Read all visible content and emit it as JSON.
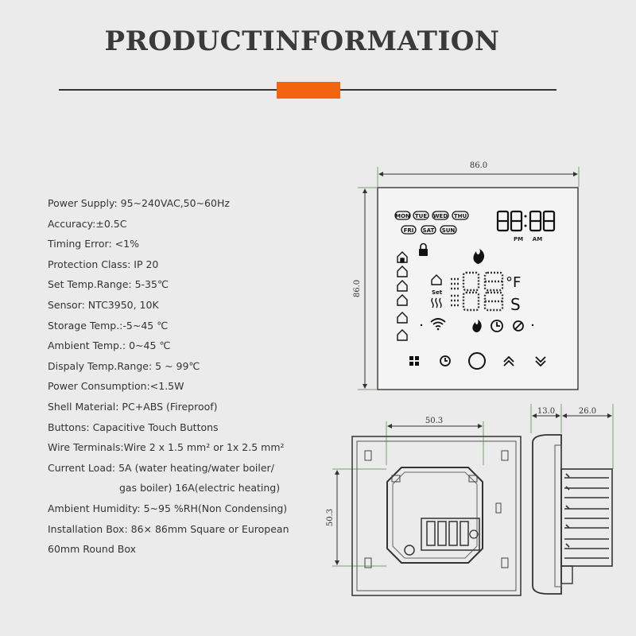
{
  "header": {
    "title": "PRODUCTINFORMATION"
  },
  "specs": [
    {
      "text": "Power Supply: 95~240VAC,50~60Hz"
    },
    {
      "text": "Accuracy:±0.5C"
    },
    {
      "text": "Timing Error: <1%"
    },
    {
      "text": "Protection Class: IP 20"
    },
    {
      "text": "Set Temp.Range: 5-35℃"
    },
    {
      "text": "Sensor: NTC3950, 10K"
    },
    {
      "text": "Storage Temp.:-5~45 ℃"
    },
    {
      "text": "Ambient Temp.: 0~45 ℃"
    },
    {
      "text": "Dispaly Temp.Range: 5 ~ 99℃"
    },
    {
      "text": "Power Consumption:<1.5W"
    },
    {
      "text": "Shell Material: PC+ABS (Fireproof)"
    },
    {
      "text": "Buttons: Capacitive Touch Buttons"
    },
    {
      "text": "Wire Terminals:Wire 2 x 1.5 mm² or 1x 2.5 mm²"
    },
    {
      "text": "Current Load: 5A (water heating/water boiler/"
    },
    {
      "text": "gas boiler) 16A(electric heating)"
    },
    {
      "text": "Ambient Humidity: 5~95 %RH(Non Condensing)"
    },
    {
      "text": "Installation Box: 86× 86mm Square or European"
    },
    {
      "text": "60mm Round Box"
    }
  ],
  "front_view": {
    "width_dim": "86.0",
    "height_dim": "86.0",
    "days_row1": [
      "MON",
      "TUE",
      "WED",
      "THU"
    ],
    "days_row2": [
      "FRI",
      "SAT",
      "SUN"
    ],
    "clock_pm": "PM",
    "clock_am": "AM",
    "set_label": "Set",
    "unit_f": "°F",
    "unit_c": "S"
  },
  "back_view": {
    "width_dim": "50.3",
    "height_dim": "50.3"
  },
  "side_view": {
    "depth_front_dim": "13.0",
    "depth_back_dim": "26.0"
  }
}
